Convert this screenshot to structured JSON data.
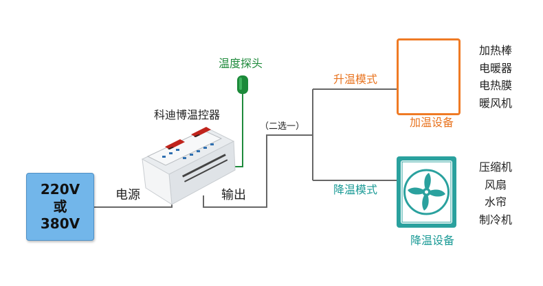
{
  "power": {
    "line1": "220V",
    "line2": "或",
    "line3": "380V",
    "label": "电源"
  },
  "controller": {
    "name": "科迪博温控器",
    "output_label": "输出"
  },
  "probe": {
    "label": "温度探头"
  },
  "selector": {
    "label": "（二选一）"
  },
  "heating": {
    "mode": "升温模式",
    "device": "加温设备",
    "items": [
      "加热棒",
      "电暖器",
      "电热膜",
      "暖风机"
    ]
  },
  "cooling": {
    "mode": "降温模式",
    "device": "降温设备",
    "items": [
      "压缩机",
      "风扇",
      "水帘",
      "制冷机"
    ]
  },
  "colors": {
    "power_box": "#72b6ea",
    "heating": "#ef7a24",
    "cooling": "#2aa19e",
    "probe": "#1e8a3b",
    "wire": "#666666"
  }
}
